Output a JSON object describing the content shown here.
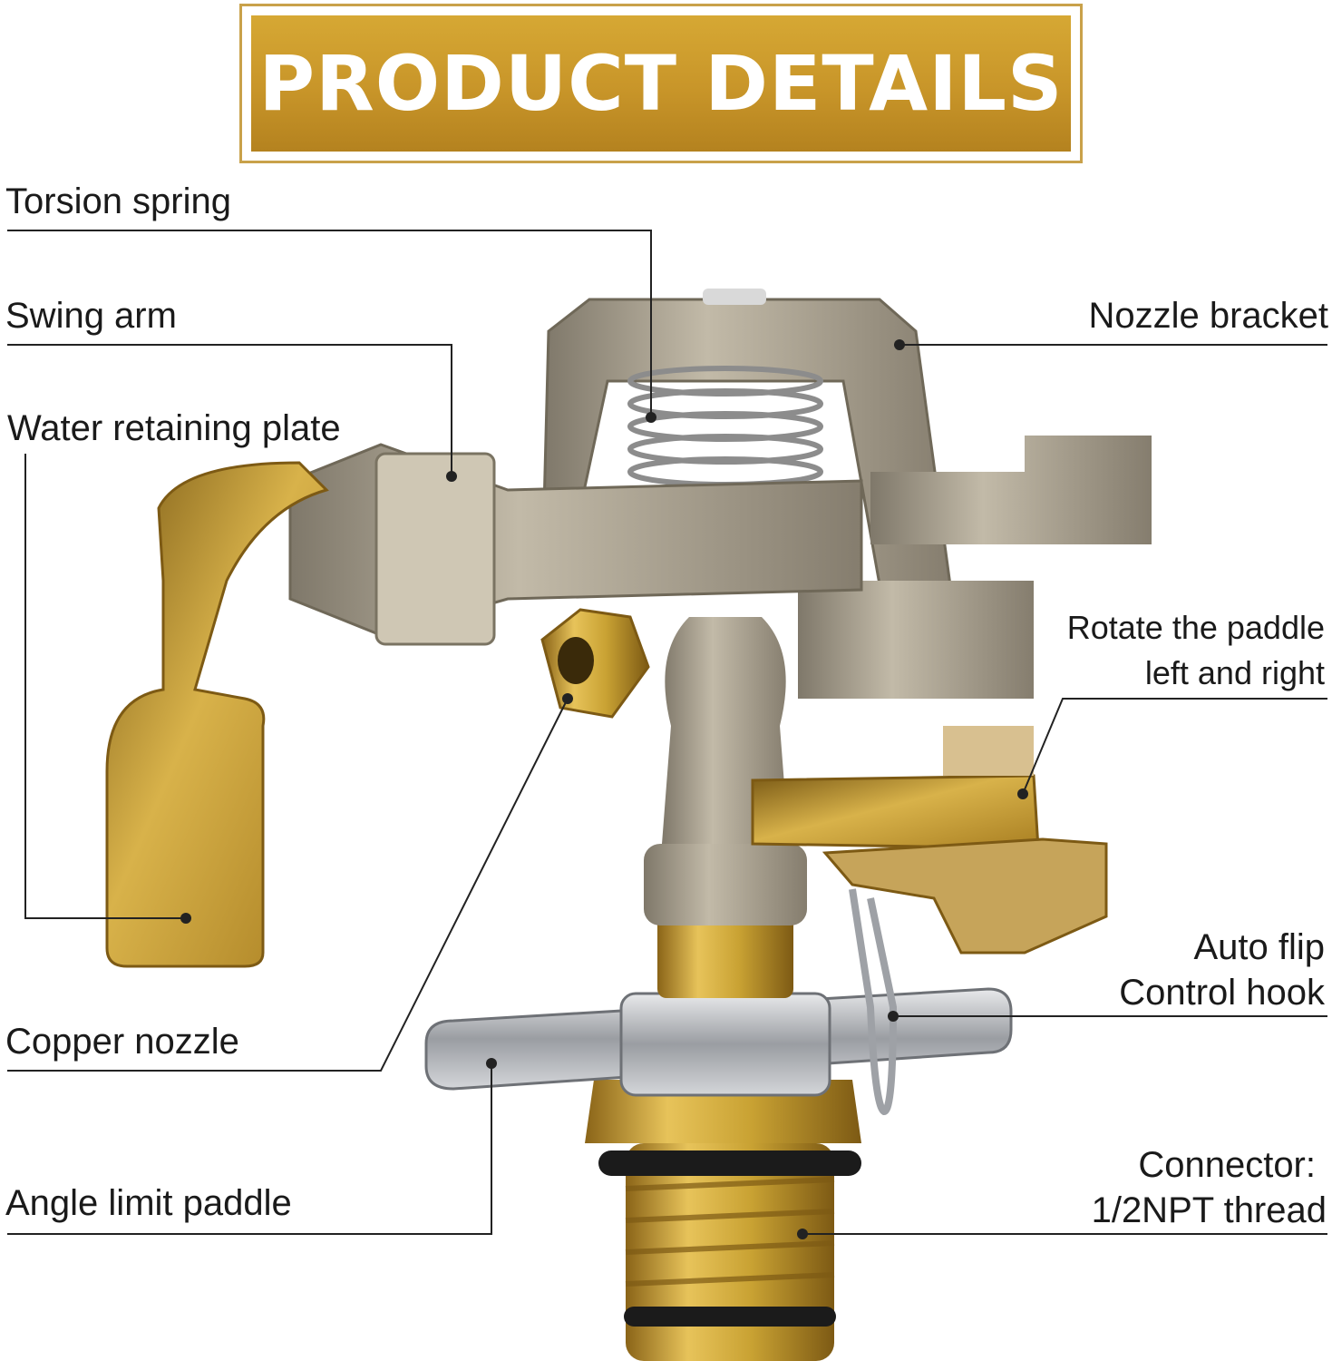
{
  "banner": {
    "title": "PRODUCT DETAILS",
    "color": "#c89529"
  },
  "labels": {
    "torsion_spring": "Torsion spring",
    "swing_arm": "Swing arm",
    "water_retaining_plate": "Water retaining plate",
    "copper_nozzle": "Copper nozzle",
    "angle_limit_paddle": "Angle limit paddle",
    "nozzle_bracket": "Nozzle bracket",
    "rotate_paddle_line1": "Rotate the paddle",
    "rotate_paddle_line2": "left and right",
    "auto_flip_line1": "Auto flip",
    "auto_flip_line2": "Control hook",
    "connector_line1": "Connector:",
    "connector_line2": "1/2NPT thread"
  },
  "colors": {
    "brass": "#c9a233",
    "zinc": "#a59d8c",
    "steel": "#b9bcc0",
    "leader": "#222222"
  }
}
